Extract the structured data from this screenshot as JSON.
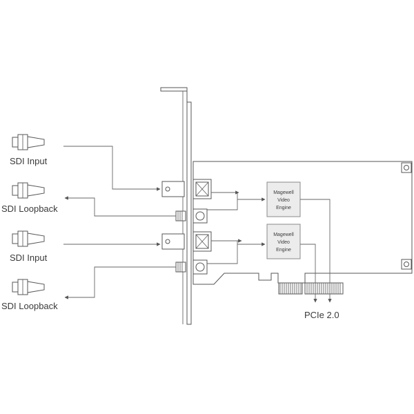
{
  "ports": [
    {
      "label": "SDI Input"
    },
    {
      "label": "SDI Loopback"
    },
    {
      "label": "SDI Input"
    },
    {
      "label": "SDI Loopback"
    }
  ],
  "engines": [
    {
      "line1": "Magewell",
      "line2": "Video",
      "line3": "Engine"
    },
    {
      "line1": "Magewell",
      "line2": "Video",
      "line3": "Engine"
    }
  ],
  "bus": {
    "label": "PCIe 2.0"
  },
  "colors": {
    "stroke": "#555555",
    "engine_fill": "#ececec",
    "text": "#3a3a3a"
  }
}
